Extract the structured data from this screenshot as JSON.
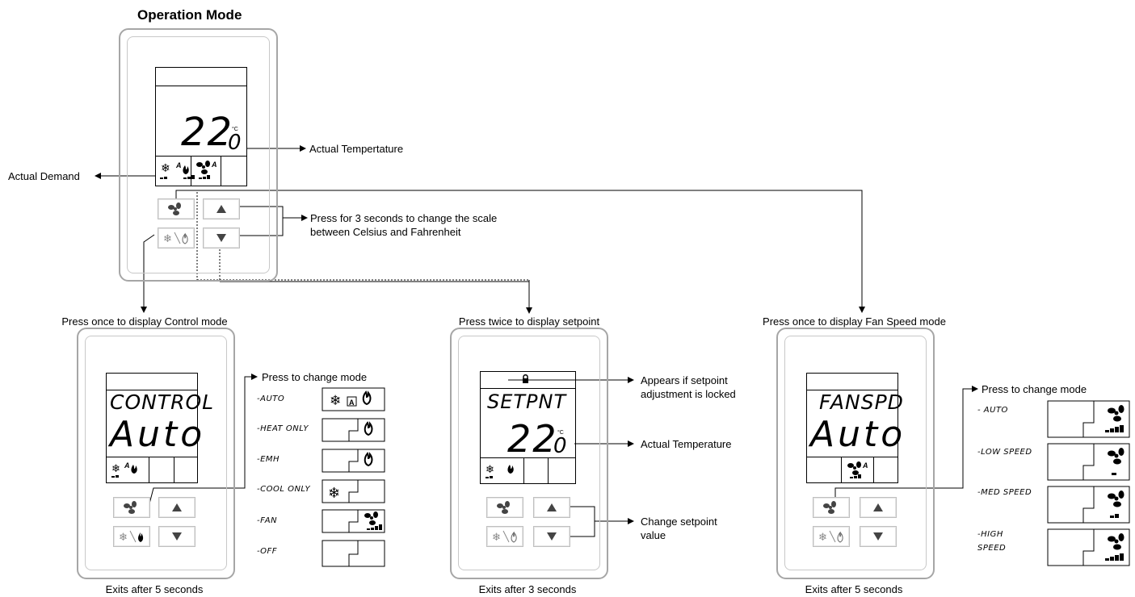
{
  "titles": {
    "operation_mode": "Operation Mode"
  },
  "main_device": {
    "temperature": "22",
    "temperature_decimal": "0",
    "unit": "°C"
  },
  "labels": {
    "actual_temperature_main": "Actual Tempertature",
    "actual_demand": "Actual Demand",
    "press_scale_line1": "Press for 3 seconds to change the scale",
    "press_scale_line2": "between Celsius and Fahrenheit",
    "press_control": "Press once to display Control mode",
    "press_setpoint": "Press twice to display setpoint",
    "press_fan": "Press once to display Fan Speed mode",
    "press_change_mode_control": "Press to change mode",
    "press_change_mode_fan": "Press to change mode",
    "appears_locked_line1": "Appears if setpoint",
    "appears_locked_line2": "adjustment is locked",
    "actual_temperature_setpoint": "Actual Temperature",
    "change_setpoint_line1": "Change setpoint",
    "change_setpoint_line2": "value",
    "exits_control": "Exits after 5 seconds",
    "exits_setpoint": "Exits after 3 seconds",
    "exits_fan": "Exits after 5 seconds"
  },
  "control_device": {
    "row1": "CONTROL",
    "row2": "Auto"
  },
  "setpoint_device": {
    "row1": "SETPNT",
    "temperature": "22",
    "temperature_decimal": "0",
    "unit": "°C"
  },
  "fan_device": {
    "row1": "FANSPD",
    "row2": "Auto"
  },
  "control_modes": [
    {
      "label": "-AUTO"
    },
    {
      "label": "-HEAT ONLY"
    },
    {
      "label": "-EMH"
    },
    {
      "label": "-COOL ONLY"
    },
    {
      "label": "-FAN"
    },
    {
      "label": "-OFF"
    }
  ],
  "fan_modes": [
    {
      "label": "- AUTO"
    },
    {
      "label": "-LOW SPEED"
    },
    {
      "label": "-MED SPEED"
    },
    {
      "label": "-HIGH",
      "label2": "SPEED"
    }
  ],
  "icons": {
    "fan": "fan-icon",
    "snowflake": "snowflake-icon",
    "flame": "flame-icon",
    "up": "up-arrow-icon",
    "down": "down-arrow-icon",
    "lock": "lock-icon"
  }
}
